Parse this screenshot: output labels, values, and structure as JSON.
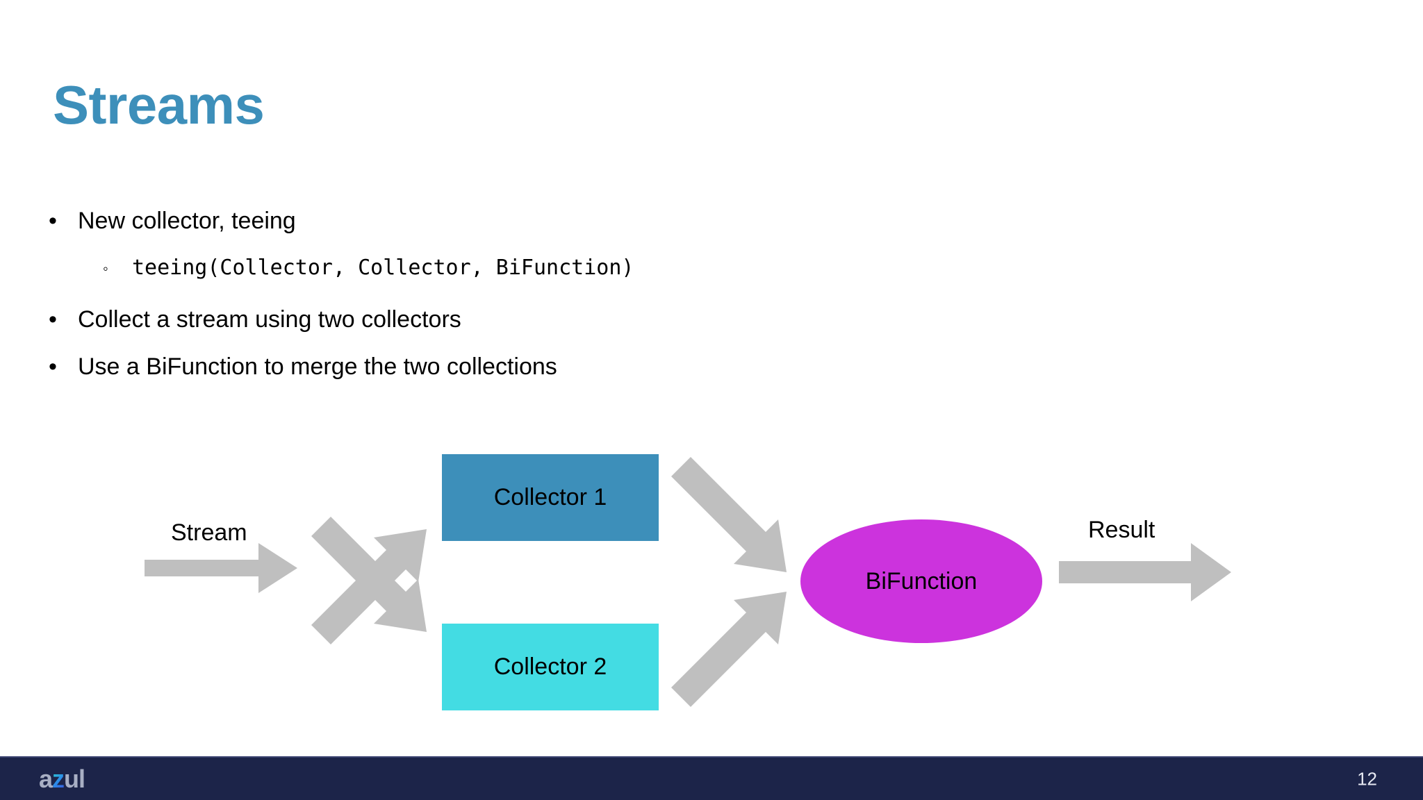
{
  "slide": {
    "title": "Streams",
    "title_color": "#3D8FBA",
    "background": "#ffffff"
  },
  "bullets": [
    {
      "marker": "•",
      "text": "New collector, teeing",
      "level": 1,
      "mono": false
    },
    {
      "marker": "◦",
      "text": "teeing(Collector, Collector, BiFunction)",
      "level": 2,
      "mono": true
    },
    {
      "marker": "•",
      "text": "Collect a stream using two collectors",
      "level": 1,
      "mono": false
    },
    {
      "marker": "•",
      "text": "Use a BiFunction to merge the two collections",
      "level": 1,
      "mono": false
    }
  ],
  "diagram": {
    "input_label": "Stream",
    "output_label": "Result",
    "collector1": {
      "label": "Collector 1",
      "color": "#3D8FBA"
    },
    "collector2": {
      "label": "Collector 2",
      "color": "#43DCE3"
    },
    "bifunction": {
      "label": "BiFunction",
      "color": "#CC33DD"
    },
    "arrow_color": "#BFBFBF"
  },
  "footer": {
    "logo": {
      "part1": "a",
      "part2": "z",
      "part3": "ul"
    },
    "page_number": "12",
    "bar_color": "#1C2449"
  }
}
